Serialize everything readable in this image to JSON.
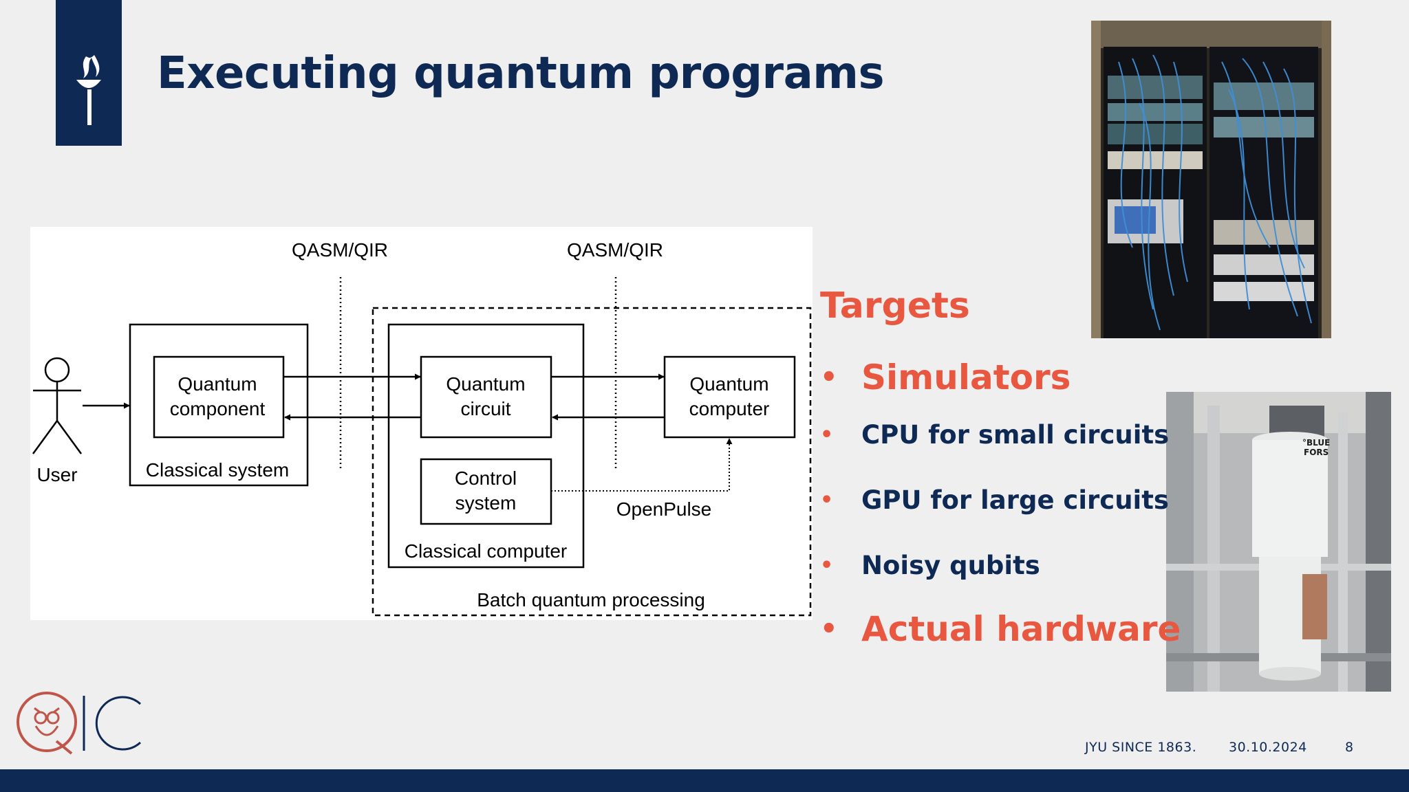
{
  "title": "Executing quantum programs",
  "diagram": {
    "user_label": "User",
    "quantum_component": [
      "Quantum",
      "component"
    ],
    "classical_system": "Classical system",
    "quantum_circuit": [
      "Quantum",
      "circuit"
    ],
    "control_system": [
      "Control",
      "system"
    ],
    "classical_computer": "Classical computer",
    "quantum_computer": [
      "Quantum",
      "computer"
    ],
    "openpulse": "OpenPulse",
    "qasm_left": "QASM/QIR",
    "qasm_right": "QASM/QIR",
    "batch": "Batch quantum processing"
  },
  "targets": {
    "heading": "Targets",
    "items": [
      {
        "label": "Simulators",
        "style": "big"
      },
      {
        "label": "CPU for small circuits",
        "style": "small"
      },
      {
        "label": "GPU for large circuits",
        "style": "small"
      },
      {
        "label": "Noisy qubits",
        "style": "small"
      },
      {
        "label": "Actual hardware",
        "style": "big"
      }
    ],
    "bullet": "•"
  },
  "photos": {
    "cryostat_brand": [
      "°BLUE",
      "FORS"
    ]
  },
  "footer": {
    "org": "JYU SINCE 1863.",
    "date": "30.10.2024",
    "page": "8"
  },
  "colors": {
    "navy": "#0e2a54",
    "accent": "#e8573f",
    "background": "#efefef",
    "qic_logo": "#c0564a"
  }
}
